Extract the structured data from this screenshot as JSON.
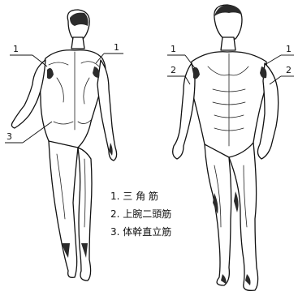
{
  "callouts": {
    "back_left_1": "1",
    "back_right_1": "1",
    "back_left_3": "3",
    "front_left_1": "1",
    "front_left_2": "2",
    "front_right_1": "1",
    "front_right_2": "2"
  },
  "legend": [
    {
      "label": "1. 三 角 筋"
    },
    {
      "label": "2. 上腕二頭筋"
    },
    {
      "label": "3. 体幹直立筋"
    }
  ]
}
